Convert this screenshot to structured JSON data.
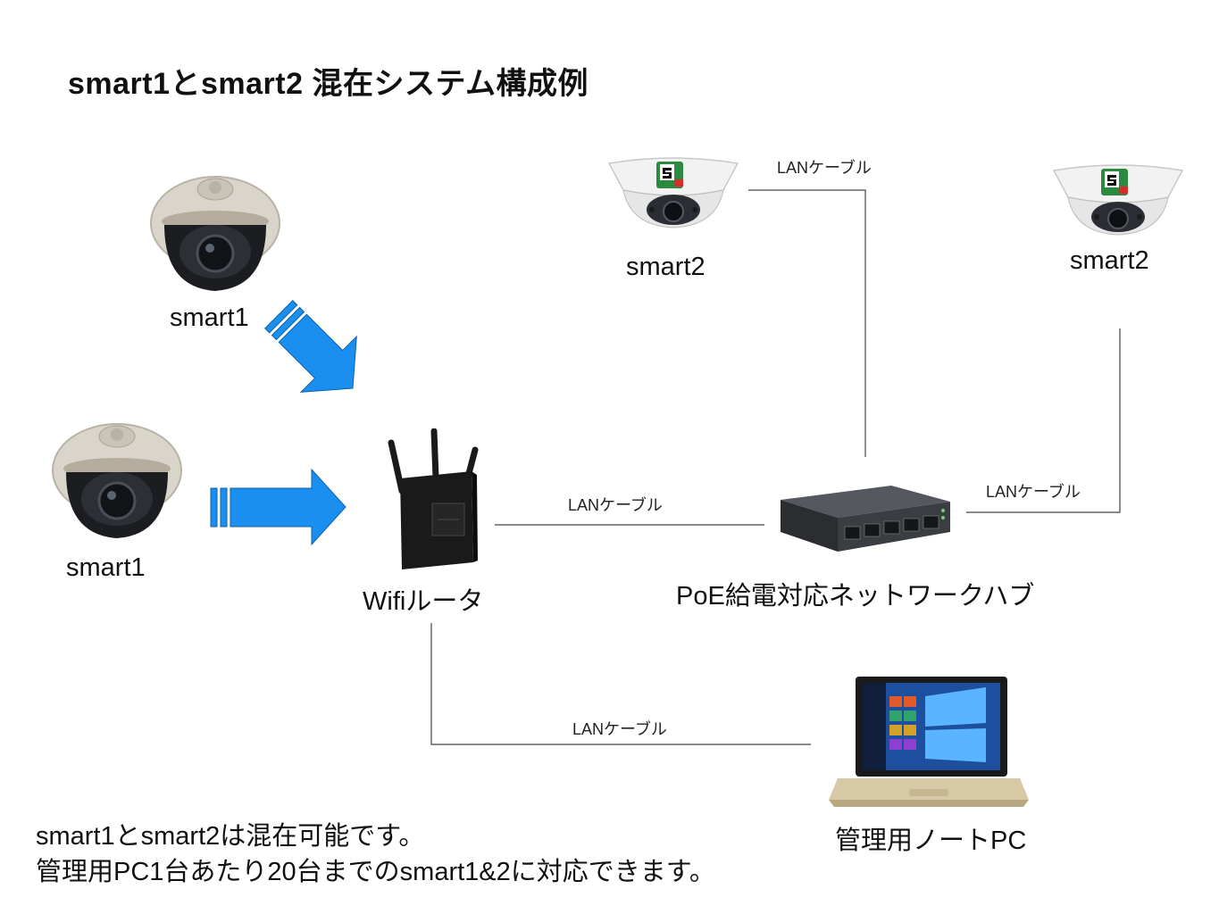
{
  "title": "smart1とsmart2 混在システム構成例",
  "devices": {
    "smart1_top": "smart1",
    "smart1_left": "smart1",
    "smart2_left": "smart2",
    "smart2_right": "smart2",
    "router": "Wifiルータ",
    "hub": "PoE給電対応ネットワークハブ",
    "pc": "管理用ノートPC"
  },
  "cables": {
    "smart2_left_to_hub": "LANケーブル",
    "smart2_right_to_hub": "LANケーブル",
    "router_to_hub": "LANケーブル",
    "router_to_pc": "LANケーブル"
  },
  "notes": {
    "line1": "smart1とsmart2は混在可能です。",
    "line2": "管理用PC1台あたり20台までのsmart1&2に対応できます。"
  },
  "colors": {
    "wireless_arrow": "#1a8ff0",
    "cable": "#444444",
    "dome_camera_shell": "#d9d5cb",
    "smart2_camera_shell": "#f2f2f2",
    "router_body": "#1a1a1a",
    "hub_body": "#3a3d42",
    "laptop_body": "#d8c9a6"
  }
}
